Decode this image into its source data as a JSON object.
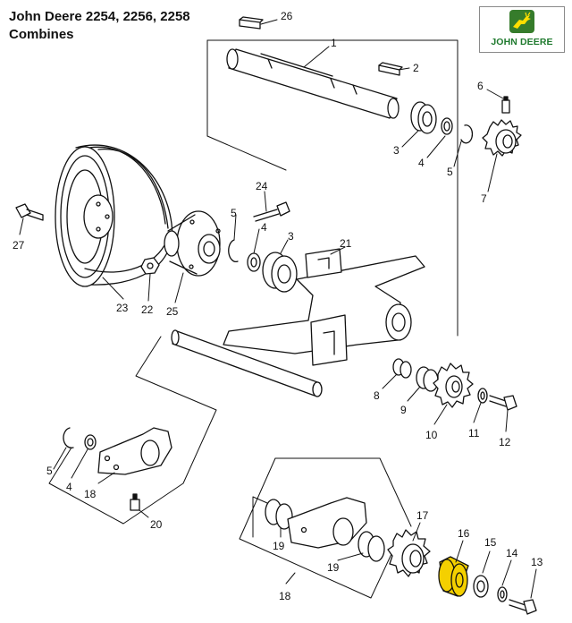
{
  "header": {
    "title_line1": "John Deere 2254, 2256, 2258",
    "title_line2": "Combines"
  },
  "logo": {
    "wordmark": "JOHN DEERE",
    "icon": "leaping-deer-icon",
    "colors": {
      "green": "#367c2b",
      "yellow": "#ffde00"
    }
  },
  "diagram": {
    "highlight_color": "#f4d000",
    "highlighted_part": "16",
    "callouts": [
      "26",
      "1",
      "2",
      "6",
      "3",
      "4",
      "5",
      "7",
      "24",
      "5",
      "4",
      "3",
      "21",
      "27",
      "23",
      "22",
      "25",
      "8",
      "9",
      "10",
      "11",
      "12",
      "5",
      "4",
      "18",
      "20",
      "17",
      "16",
      "15",
      "14",
      "13",
      "19",
      "19",
      "18"
    ]
  }
}
